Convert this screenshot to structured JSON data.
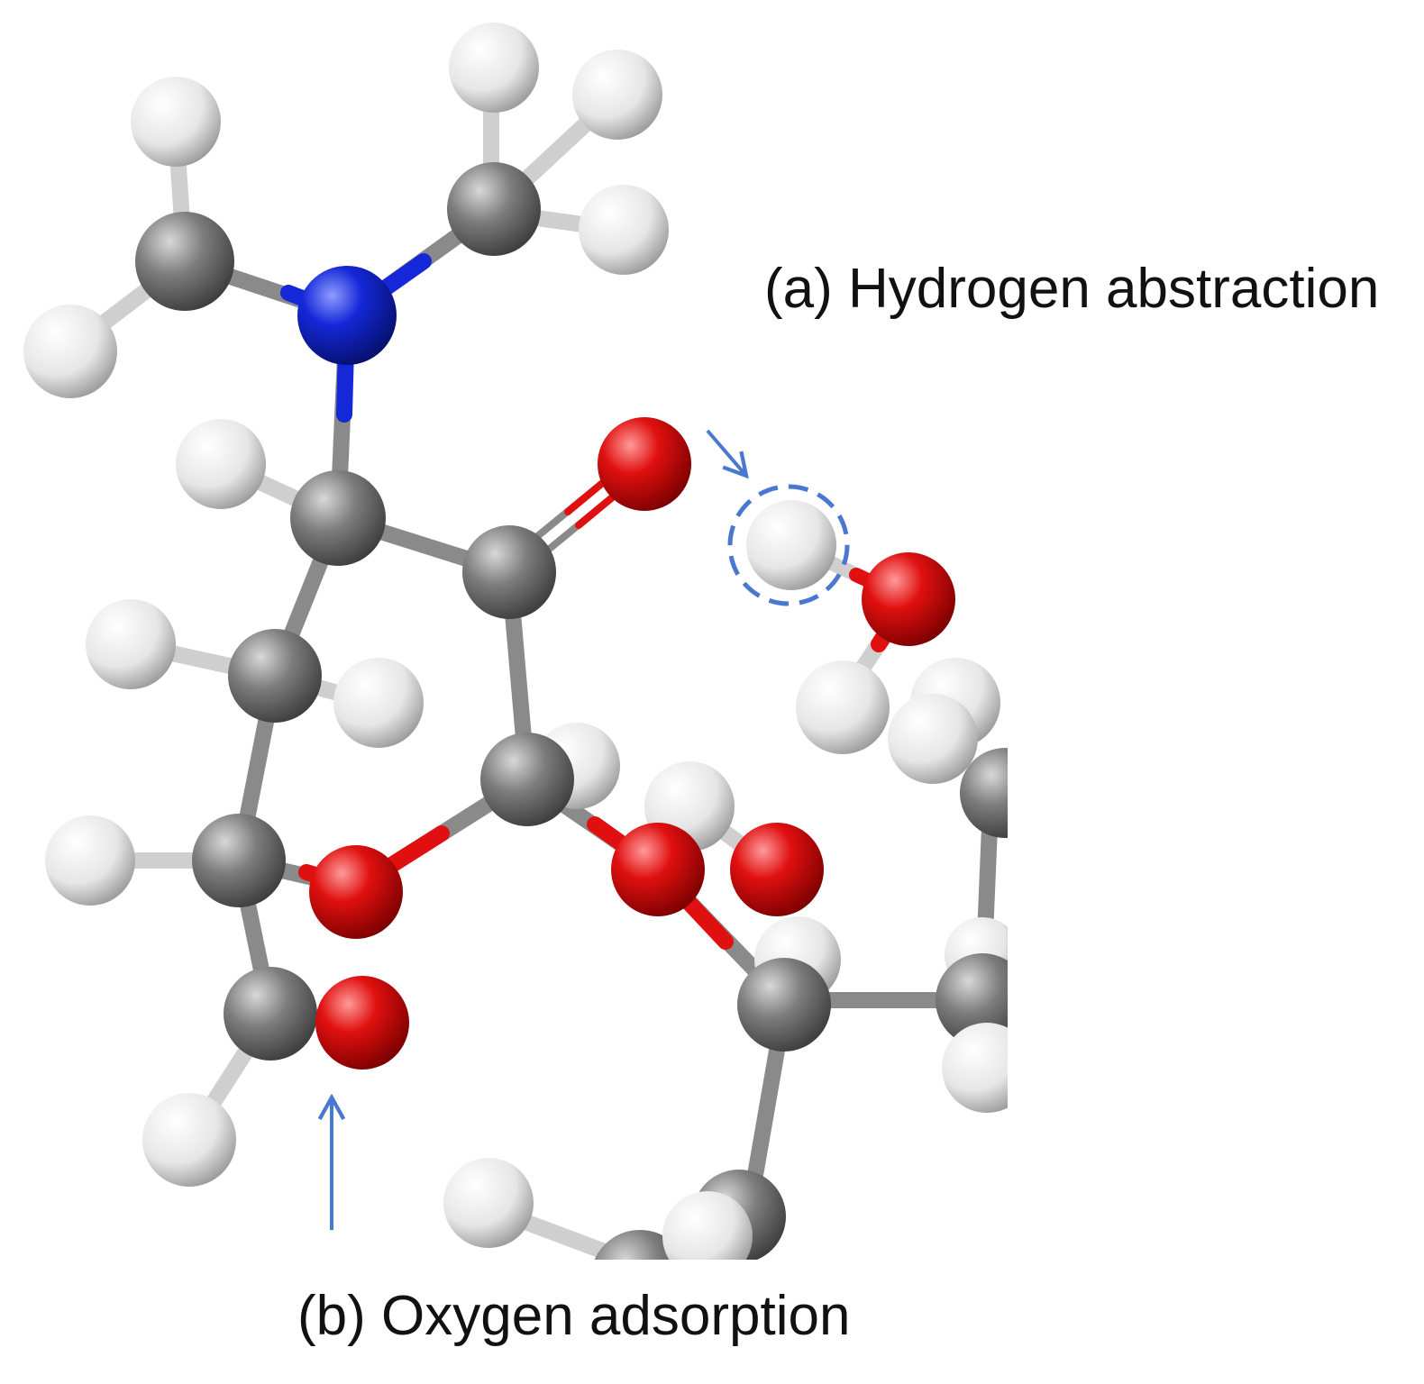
{
  "labels": {
    "hydrogen_abstraction": "(a) Hydrogen abstraction",
    "oxygen_adsorption": "(b) Oxygen adsorption"
  },
  "colors": {
    "carbon": "#7a7a7a",
    "hydrogen": "#f2f2f2",
    "oxygen": "#e31212",
    "nitrogen": "#1224d6",
    "annotation": "#4a78d0",
    "bond": "#8a8a8a"
  },
  "annotations": [
    {
      "name": "abstracted-hydrogen-marker",
      "type": "dashed-circle"
    },
    {
      "name": "arrow-to-hydrogen",
      "type": "arrow"
    },
    {
      "name": "arrow-to-oxygen",
      "type": "arrow"
    }
  ]
}
